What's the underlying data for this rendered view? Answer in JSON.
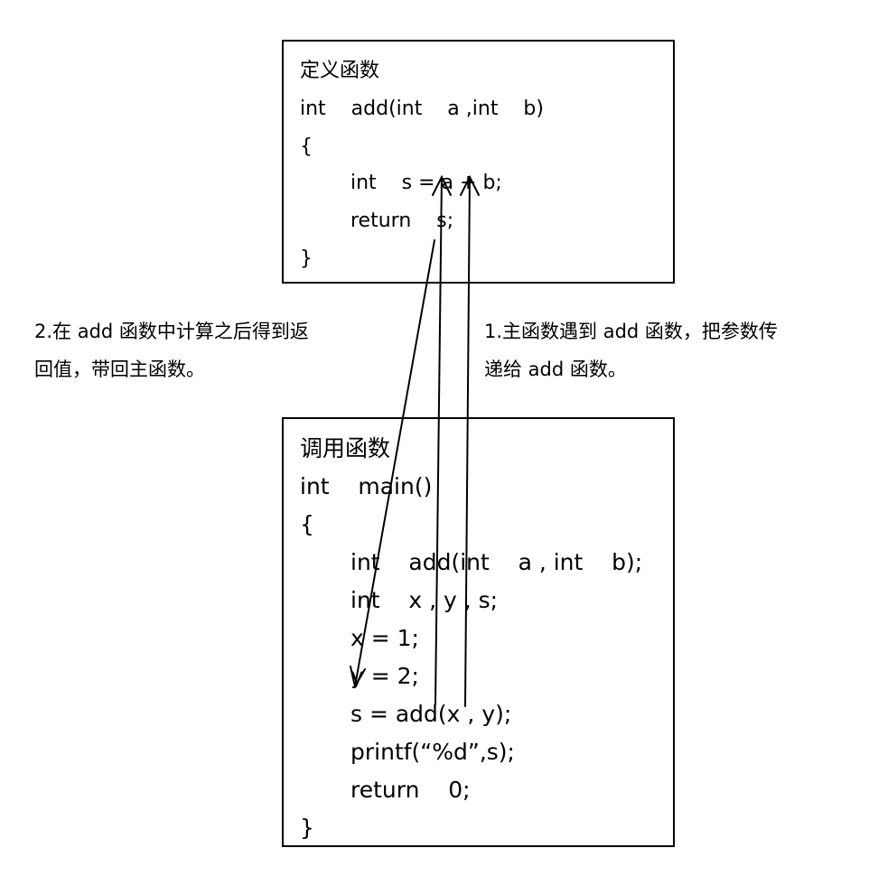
{
  "definition_box": {
    "lines": [
      "定义函数",
      "int    add(int    a ,int    b)",
      "{",
      "int    s = a + b;",
      "return    s;",
      "}"
    ]
  },
  "call_box": {
    "lines": [
      "调用函数",
      "int    main()",
      "{",
      "int    add(int    a , int    b);",
      "int    x , y , s;",
      "x = 1;",
      "y = 2;",
      "s = add(x , y);",
      "printf(“%d”,s);",
      "return    0;",
      "}"
    ]
  },
  "notes": {
    "left_line1": "2.在  add  函数中计算之后得到返",
    "left_line2": "回值，带回主函数。",
    "right_line1": "1.主函数遇到 add 函数，把参数传",
    "right_line2": "递给 add 函数。"
  },
  "colors": {
    "stroke": "#000000",
    "background": "#ffffff"
  }
}
